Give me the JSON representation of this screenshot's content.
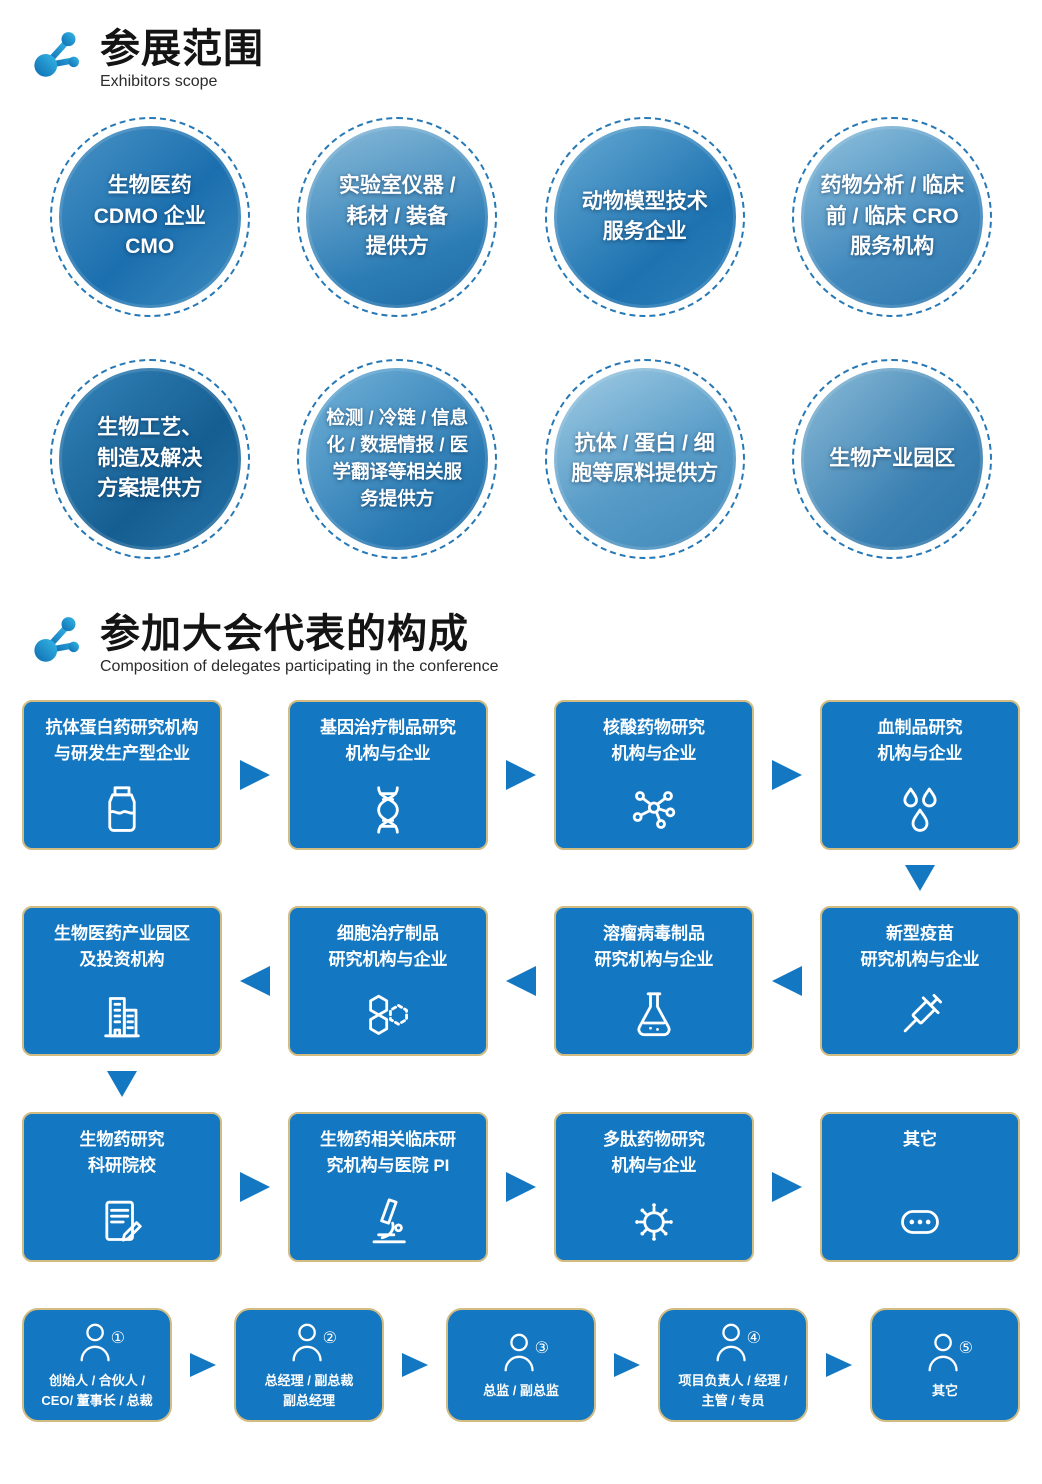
{
  "theme": {
    "primary_blue": "#1377c2",
    "gold_border": "#d2bc82",
    "title_color": "#141414"
  },
  "exhibitors": {
    "title": "参展范围",
    "subtitle": "Exhibitors scope",
    "logo_icon": "molecule-logo-icon",
    "circles": [
      {
        "text": "生物医药\nCDMO 企业\nCMO"
      },
      {
        "text": "实验室仪器 /\n耗材 / 装备\n提供方"
      },
      {
        "text": "动物模型技术\n服务企业"
      },
      {
        "text": "药物分析 / 临床\n前 / 临床 CRO\n服务机构"
      },
      {
        "text": "生物工艺、\n制造及解决\n方案提供方"
      },
      {
        "text": "检测 / 冷链 / 信息\n化 / 数据情报 / 医\n学翻译等相关服\n务提供方"
      },
      {
        "text": "抗体 / 蛋白 / 细\n胞等原料提供方"
      },
      {
        "text": "生物产业园区"
      }
    ]
  },
  "delegates": {
    "title": "参加大会代表的构成",
    "subtitle": "Composition of delegates participating in the conference",
    "logo_icon": "molecule-logo-icon",
    "cards": [
      {
        "label": "抗体蛋白药研究机构\n与研发生产型企业",
        "icon": "medicine-bottle-icon"
      },
      {
        "label": "基因治疗制品研究\n机构与企业",
        "icon": "dna-icon"
      },
      {
        "label": "核酸药物研究\n机构与企业",
        "icon": "molecule-network-icon"
      },
      {
        "label": "血制品研究\n机构与企业",
        "icon": "blood-drops-icon"
      },
      {
        "label": "生物医药产业园区\n及投资机构",
        "icon": "building-icon"
      },
      {
        "label": "细胞治疗制品\n研究机构与企业",
        "icon": "cell-hexagon-icon"
      },
      {
        "label": "溶瘤病毒制品\n研究机构与企业",
        "icon": "flask-icon"
      },
      {
        "label": "新型疫苗\n研究机构与企业",
        "icon": "syringe-icon"
      },
      {
        "label": "生物药研究\n科研院校",
        "icon": "document-pen-icon"
      },
      {
        "label": "生物药相关临床研\n究机构与医院 PI",
        "icon": "microscope-icon"
      },
      {
        "label": "多肽药物研究\n机构与企业",
        "icon": "virus-icon"
      },
      {
        "label": "其它",
        "icon": "ellipsis-icon"
      }
    ],
    "roles": [
      {
        "label": "创始人 / 合伙人 /\nCEO/ 董事长 / 总裁",
        "badge": "①",
        "icon": "person-icon"
      },
      {
        "label": "总经理 / 副总裁\n副总经理",
        "badge": "②",
        "icon": "person-icon"
      },
      {
        "label": "总监 / 副总监",
        "badge": "③",
        "icon": "person-icon"
      },
      {
        "label": "项目负责人 / 经理 /\n主管 / 专员",
        "badge": "④",
        "icon": "person-icon"
      },
      {
        "label": "其它",
        "badge": "⑤",
        "icon": "person-icon"
      }
    ]
  }
}
